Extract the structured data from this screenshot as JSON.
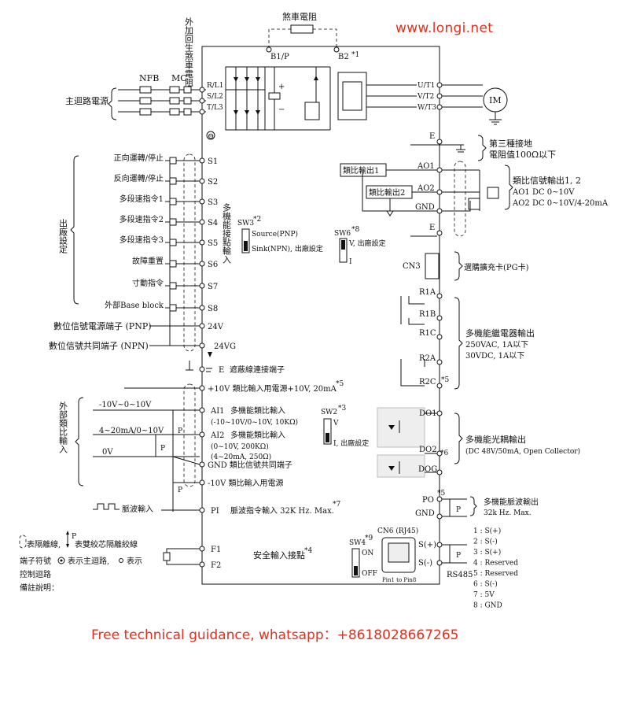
{
  "watermark": {
    "site": "www.longi.net",
    "contact": "Free technical guidance, whatsapp：+8618028667265"
  },
  "top": {
    "brake_resistor": "煞車電阻",
    "b1p": "B1/P",
    "b2": "B2",
    "b2_note": "*1",
    "vertical_note": "外加回生煞車電阻"
  },
  "power": {
    "main_supply": "主迴路電源",
    "nfb": "NFB",
    "mc": "MC",
    "in": [
      "R/L1",
      "S/L2",
      "T/L3"
    ],
    "out": [
      "U/T1",
      "V/T2",
      "W/T3"
    ],
    "motor": "IM",
    "minus": "⊖"
  },
  "ground": {
    "e": "E",
    "desc1": "第三種接地",
    "desc2": "電阻值100Ω以下"
  },
  "inputs": {
    "group_label": "出廠設定",
    "items": [
      {
        "label": "正向運轉/停止",
        "term": "S1"
      },
      {
        "label": "反向運轉/停止",
        "term": "S2"
      },
      {
        "label": "多段速指令1",
        "term": "S3"
      },
      {
        "label": "多段速指令2",
        "term": "S4"
      },
      {
        "label": "多段速指令3",
        "term": "S5"
      },
      {
        "label": "故障重置",
        "term": "S6"
      },
      {
        "label": "寸動指令",
        "term": "S7"
      },
      {
        "label": "外部Base block",
        "term": "S8"
      }
    ],
    "multi_func": "多機能接點輸入",
    "sw3": "SW3",
    "sw3_note": "*2",
    "sw3_pnp": "Source(PNP)",
    "sw3_npn": "Sink(NPN), 出廠設定"
  },
  "supply": {
    "pnp_label": "數位信號電源端子 (PNP)",
    "pnp_term": "24V",
    "npn_label": "數位信號共同端子 (NPN)",
    "npn_term": "24VG",
    "shield_e": "E",
    "shield_label": "遮蔽線連接端子"
  },
  "analog": {
    "group_label": "外部類比輸入",
    "p10v": "+10V  類比輸入用電源+10V, 20mA",
    "p10v_note": "*5",
    "range1": "-10V~0~10V",
    "ai1": "AI1",
    "ai1_desc": "多機能類比輸入",
    "ai1_spec": "(-10~10V/0~10V, 10KΩ)",
    "range2": "4~20mA/0~10V",
    "ai2": "AI2",
    "ai2_desc": "多機能類比輸入",
    "ai2_spec1": "(0~10V, 200KΩ)",
    "ai2_spec2": "(4~20mA, 250Ω)",
    "zero": "0V",
    "gnd": "GND 類比信號共同端子",
    "m10v": "-10V  類比輸入用電源",
    "sw2": "SW2",
    "sw2_note": "*3",
    "sw2_v": "V",
    "sw2_i": "I, 出廠設定",
    "p": "P"
  },
  "pulse": {
    "label": "脈波輸入",
    "term": "PI",
    "desc": "脈波指令輸入 32K Hz. Max.",
    "note": "*7"
  },
  "safety": {
    "f1": "F1",
    "f2": "F2",
    "desc": "安全輸入接點",
    "note": "*4"
  },
  "legend": {
    "shield": "表隔離線,",
    "twisted": "表雙絞芯隔離絞線",
    "terms": "端子符號",
    "main": "表示主迴路,",
    "ctrl": "表示",
    "ctrl2": "控制迴路",
    "remarks": "備註說明："
  },
  "ao": {
    "out1": "類比輸出1",
    "out2": "類比輸出2",
    "ao1": "AO1",
    "ao2": "AO2",
    "gnd": "GND",
    "e": "E",
    "desc": "類比信號輸出1, 2",
    "spec1": "AO1 DC 0~10V",
    "spec2": "AO2 DC 0~10V/4-20mA"
  },
  "sw6": {
    "name": "SW6",
    "note": "*8",
    "v": "V, 出廠設定",
    "i": "I"
  },
  "cn3": {
    "name": "CN3",
    "desc": "選購擴充卡(PG卡)"
  },
  "relay": {
    "terms": [
      "R1A",
      "R1B",
      "R1C",
      "R2A",
      "R2C"
    ],
    "note": "*5",
    "desc": "多機能繼電器輸出",
    "spec1": "250VAC, 1A以下",
    "spec2": "30VDC, 1A以下"
  },
  "opto": {
    "do1": "DO1",
    "do2": "DO2",
    "do2_note": "*6",
    "dog": "DOG",
    "desc": "多機能光耦輸出",
    "spec": "(DC 48V/50mA, Open Collector)"
  },
  "po": {
    "po": "PO",
    "note": "*5",
    "gnd": "GND",
    "p": "P",
    "desc": "多機能脈波輸出",
    "spec": "32k Hz. Max."
  },
  "rs485": {
    "cn6": "CN6 (RJ45)",
    "sw4": "SW4",
    "sw4_note": "*9",
    "on": "ON",
    "off": "OFF",
    "splus": "S(+)",
    "sminus": "S(-)",
    "label": "RS485",
    "pins": "Pin1 to Pin8",
    "pinlist": [
      "1 : S(+)",
      "2 : S(-)",
      "3 : S(+)",
      "4 : Reserved",
      "5 : Reserved",
      "6 : S(-)",
      "7 : 5V",
      "8 : GND"
    ]
  }
}
